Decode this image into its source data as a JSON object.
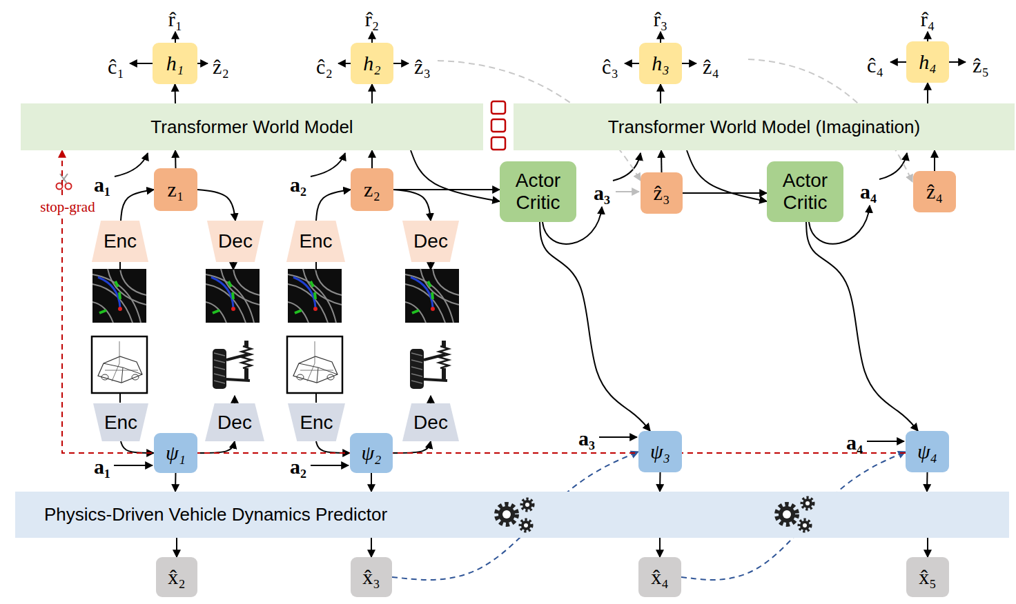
{
  "diagram": {
    "nodes": [
      {
        "text": [
          "h₁"
        ]
      },
      {
        "text": [
          "h₂"
        ]
      },
      {
        "text": [
          "h₃"
        ]
      },
      {
        "text": [
          "h₄"
        ]
      },
      {
        "text": [
          "Transformer World Model"
        ]
      },
      {
        "text": [
          "Transformer World Model (Imagination)"
        ]
      },
      {
        "text": [
          "z₁"
        ]
      },
      {
        "text": [
          "z₂"
        ]
      },
      {
        "text": [
          "Actor Critic"
        ]
      },
      {
        "text": [
          "ẑ₃"
        ]
      },
      {
        "text": [
          "Actor Critic"
        ]
      },
      {
        "text": [
          "ẑ₄"
        ]
      },
      {
        "text": [
          "Enc"
        ]
      },
      {
        "text": [
          "Dec"
        ]
      },
      {
        "text": [
          "Enc"
        ]
      },
      {
        "text": [
          "Dec"
        ]
      },
      {
        "text": [
          "Enc"
        ]
      },
      {
        "text": [
          "Dec"
        ]
      },
      {
        "text": [
          "Enc"
        ]
      },
      {
        "text": [
          "Dec"
        ]
      },
      {
        "text": [
          "ψ₁"
        ]
      },
      {
        "text": [
          "ψ₂"
        ]
      },
      {
        "text": [
          "ψ₃"
        ]
      },
      {
        "text": [
          "ψ₄"
        ]
      },
      {
        "text": [
          "Physics-Driven Vehicle Dynamics Predictor"
        ]
      },
      {
        "text": [
          "x̂₂"
        ]
      },
      {
        "text": [
          "x̂₃"
        ]
      },
      {
        "text": [
          "x̂₄"
        ]
      },
      {
        "text": [
          "x̂₅"
        ]
      }
    ],
    "edges": [
      {
        "from": 4,
        "to": 0,
        "arrow": "to"
      },
      {
        "from": 4,
        "to": 1,
        "arrow": "to"
      },
      {
        "from": 5,
        "to": 2,
        "arrow": "to"
      },
      {
        "from": 5,
        "to": 3,
        "arrow": "to"
      },
      {
        "from": 6,
        "to": 4,
        "arrow": "to"
      },
      {
        "from": 7,
        "to": 4,
        "arrow": "to"
      },
      {
        "from": 9,
        "to": 5,
        "arrow": "to"
      },
      {
        "from": 11,
        "to": 5,
        "arrow": "to"
      },
      {
        "from": 12,
        "to": 6,
        "arrow": "to"
      },
      {
        "from": 6,
        "to": 13,
        "arrow": "to"
      },
      {
        "from": 14,
        "to": 7,
        "arrow": "to"
      },
      {
        "from": 7,
        "to": 15,
        "arrow": "to"
      },
      {
        "from": 16,
        "to": 20,
        "arrow": "to"
      },
      {
        "from": 20,
        "to": 17,
        "arrow": "to"
      },
      {
        "from": 18,
        "to": 21,
        "arrow": "to"
      },
      {
        "from": 21,
        "to": 19,
        "arrow": "to"
      },
      {
        "from": 7,
        "to": 8,
        "arrow": "to"
      },
      {
        "from": 4,
        "to": 8,
        "arrow": "to"
      },
      {
        "from": 9,
        "to": 10,
        "arrow": "to"
      },
      {
        "from": 5,
        "to": 10,
        "arrow": "to"
      },
      {
        "from": 8,
        "to": 22,
        "arrow": "to"
      },
      {
        "from": 10,
        "to": 23,
        "arrow": "to"
      },
      {
        "from": 20,
        "to": 24,
        "arrow": "to"
      },
      {
        "from": 21,
        "to": 24,
        "arrow": "to"
      },
      {
        "from": 22,
        "to": 24,
        "arrow": "to"
      },
      {
        "from": 23,
        "to": 24,
        "arrow": "to"
      },
      {
        "from": 24,
        "to": 25,
        "arrow": "to"
      },
      {
        "from": 24,
        "to": 26,
        "arrow": "to"
      },
      {
        "from": 24,
        "to": 27,
        "arrow": "to"
      },
      {
        "from": 24,
        "to": 28,
        "arrow": "to"
      },
      {
        "from": 26,
        "to": 22,
        "arrow": "to"
      },
      {
        "from": 27,
        "to": 23,
        "arrow": "to"
      },
      {
        "from": 23,
        "to": 4,
        "arrow": "to",
        "label": "stop-grad"
      }
    ],
    "labels": [
      "r̂₁",
      "ĉ₁",
      "ẑ₂",
      "r̂₂",
      "ĉ₂",
      "ẑ₃",
      "r̂₃",
      "ĉ₃",
      "ẑ₄",
      "r̂₄",
      "ĉ₄",
      "ẑ₅",
      "a₁",
      "a₂",
      "a₃",
      "a₄",
      "a₁",
      "a₂",
      "a₃",
      "a₄"
    ]
  }
}
